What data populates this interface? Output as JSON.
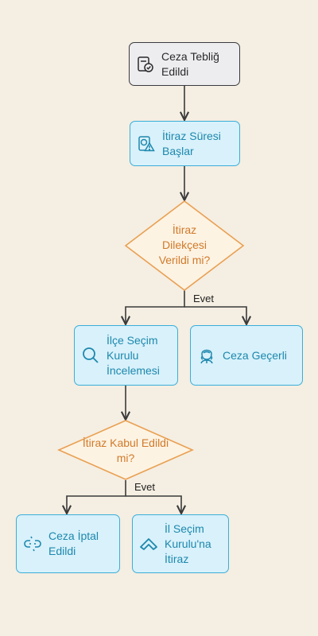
{
  "nodes": {
    "ceza_teblig": "Ceza Tebliğ Edildi",
    "itiraz_suresi": "İtiraz Süresi Başlar",
    "dilekce_decision": "İtiraz Dilekçesi Verildi mi?",
    "ilce_inceleme": "İlçe Seçim Kurulu İncelemesi",
    "ceza_gecerli": "Ceza Geçerli",
    "kabul_decision": "İtiraz Kabul Edildi mi?",
    "ceza_iptal": "Ceza İptal Edildi",
    "il_itiraz": "İl Seçim Kurulu'na İtiraz"
  },
  "edge_labels": {
    "evet_1": "Evet",
    "evet_2": "Evet"
  },
  "colors": {
    "background": "#f5eee2",
    "gray_fill": "#ededef",
    "gray_stroke": "#3a3a3e",
    "blue_fill": "#d8f1fb",
    "blue_stroke": "#3aaed8",
    "blue_text": "#1d88ad",
    "diamond_fill": "#fdf3e3",
    "diamond_stroke": "#e9a052",
    "diamond_text": "#d07a2a"
  },
  "icons": {
    "ceza_teblig": "document-check-icon",
    "itiraz_suresi": "document-warning-icon",
    "ilce_inceleme": "search-icon",
    "ceza_gecerli": "judge-icon",
    "ceza_iptal": "broken-link-icon",
    "il_itiraz": "chevron-up-icon"
  }
}
